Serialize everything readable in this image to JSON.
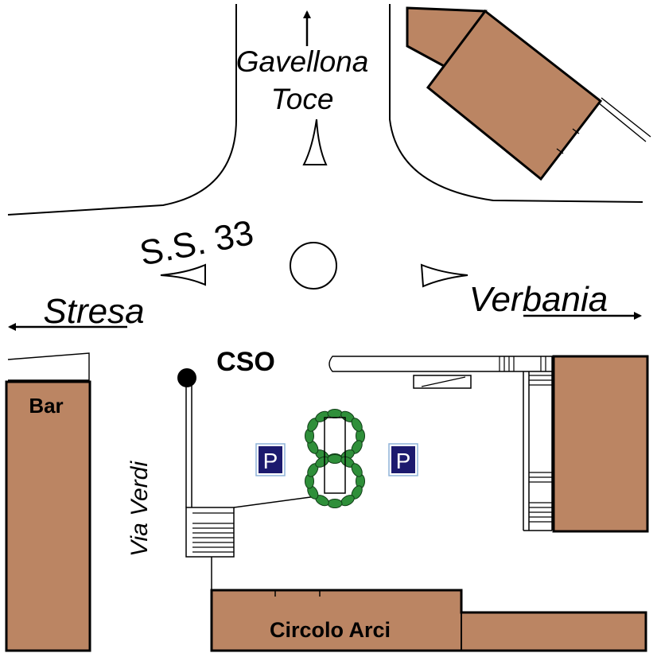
{
  "colors": {
    "building": "#bb8563",
    "parking_bg": "#1c1a6e",
    "foliage": "#2f8f3a"
  },
  "labels": {
    "north_destination_line1": "Gavellona",
    "north_destination_line2": "Toce",
    "road_name": "S.S. 33",
    "west_destination": "Stresa",
    "east_destination": "Verbania",
    "street_name": "Via Verdi",
    "venue": "CSO",
    "bar": "Bar",
    "club": "Circolo Arci",
    "parking_left": "P",
    "parking_right": "P"
  },
  "icons": {
    "north_arrow": "arrow-up-icon",
    "west_arrow": "arrow-left-icon",
    "east_arrow": "arrow-right-icon",
    "venue_marker": "location-dot-icon",
    "parking": "parking-sign-icon",
    "trees": "tree-hedge-icon"
  }
}
